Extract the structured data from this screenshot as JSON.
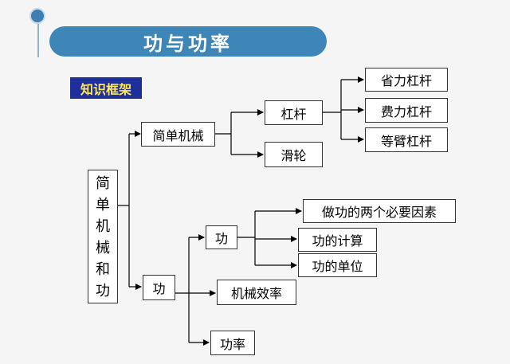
{
  "title": "功与功率",
  "badge": "知识框架",
  "root": [
    "简",
    "单",
    "机",
    "械",
    "和",
    "功"
  ],
  "nodes": {
    "simple_machine": "简单机械",
    "lever": "杠杆",
    "pulley": "滑轮",
    "lever_labor_saving": "省力杠杆",
    "lever_labor_costing": "费力杠杆",
    "lever_equal_arm": "等臂杠杆",
    "work_branch": "功",
    "work_sub": "功",
    "work_conditions": "做功的两个必要因素",
    "work_calc": "功的计算",
    "work_unit": "功的单位",
    "efficiency": "机械效率",
    "power": "功率"
  },
  "colors": {
    "banner": "#3f86b8",
    "badge_bg": "#1e2f99",
    "badge_text": "#ffe75a"
  }
}
